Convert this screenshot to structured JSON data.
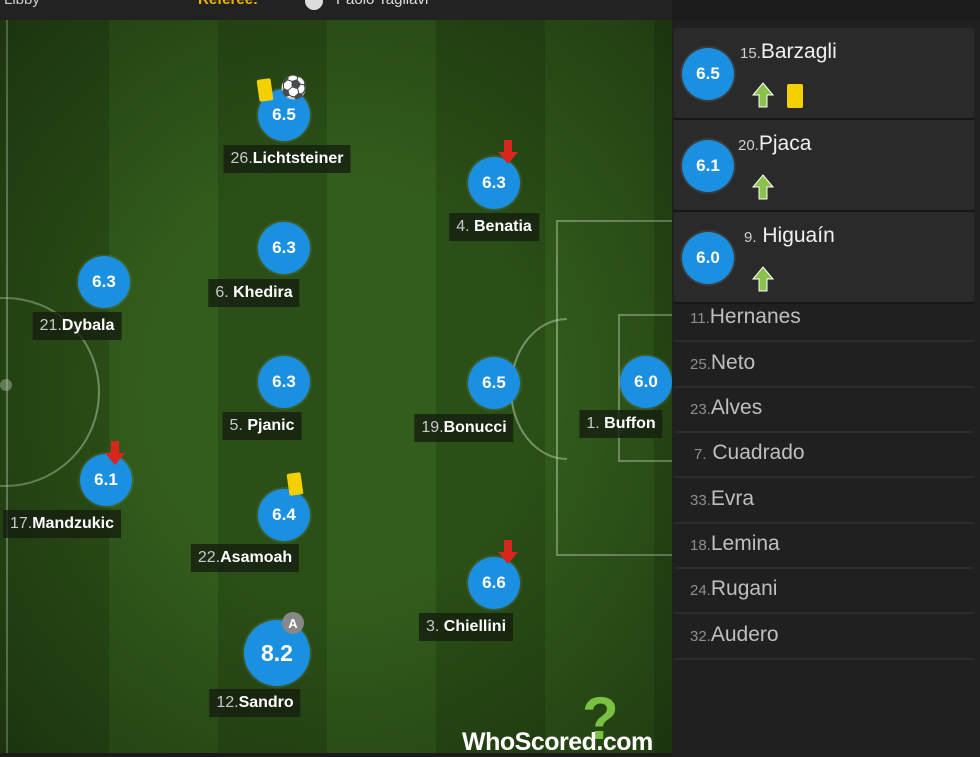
{
  "header": {
    "team": "Libby",
    "referee_label": "Referee:",
    "referee": "Paolo Tagliavi"
  },
  "ratings": {
    "lichtsteiner": {
      "num": "26.",
      "name": "Lichtsteiner",
      "rating": "6.5"
    },
    "benatia": {
      "num": "4.",
      "name": "Benatia",
      "rating": "6.3"
    },
    "khedira": {
      "num": "6.",
      "name": "Khedira",
      "rating": "6.3"
    },
    "dybala": {
      "num": "21.",
      "name": "Dybala",
      "rating": "6.3"
    },
    "pjanic": {
      "num": "5.",
      "name": "Pjanic",
      "rating": "6.3"
    },
    "bonucci": {
      "num": "19.",
      "name": "Bonucci",
      "rating": "6.5"
    },
    "buffon": {
      "num": "1.",
      "name": "Buffon",
      "rating": "6.0"
    },
    "mandzukic": {
      "num": "17.",
      "name": "Mandzukic",
      "rating": "6.1"
    },
    "asamoah": {
      "num": "22.",
      "name": "Asamoah",
      "rating": "6.4"
    },
    "chiellini": {
      "num": "3.",
      "name": "Chiellini",
      "rating": "6.6"
    },
    "sandro": {
      "num": "12.",
      "name": "Sandro",
      "rating": "8.2"
    }
  },
  "captain_badge": "A",
  "substitutes_used": [
    {
      "num": "15.",
      "name": "Barzagli",
      "rating": "6.5",
      "card": "yellow"
    },
    {
      "num": "20.",
      "name": "Pjaca",
      "rating": "6.1"
    },
    {
      "num": "9.",
      "name": "Higuaín",
      "rating": "6.0"
    }
  ],
  "bench": [
    {
      "num": "11.",
      "name": "Hernanes"
    },
    {
      "num": "25.",
      "name": "Neto"
    },
    {
      "num": "23.",
      "name": "Alves"
    },
    {
      "num": "7.",
      "name": "Cuadrado"
    },
    {
      "num": "33.",
      "name": "Evra"
    },
    {
      "num": "18.",
      "name": "Lemina"
    },
    {
      "num": "24.",
      "name": "Rugani"
    },
    {
      "num": "32.",
      "name": "Audero"
    }
  ],
  "logo": {
    "text": "WhoScored",
    "suffix": ".com"
  },
  "icons": {
    "yellow_card": "yellow-card-icon",
    "goal": "soccer-ball-icon",
    "sub_off": "red-down-arrow-icon",
    "sub_on": "green-up-arrow-icon"
  },
  "colors": {
    "rating_bubble": "#1b8fe0",
    "yellow_card": "#f5d000",
    "sub_off": "#d9261c",
    "sub_on": "#8bc34a"
  }
}
